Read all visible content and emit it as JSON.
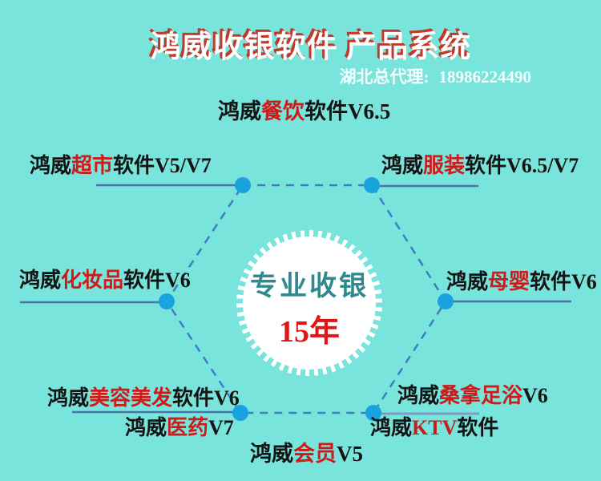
{
  "colors": {
    "background": "#79e4dc",
    "title_fill": "#ffffff",
    "title_shadow_red": "#c0392b",
    "label_black": "#141414",
    "label_highlight_red": "#cf1a1a",
    "vertex_dot_blue": "#18a2de",
    "leader_line_blue": "#4a72ad",
    "dashed_edge_blue": "#3f7dc0",
    "seal_fill": "#ffffff",
    "seal_slogan_teal": "#2e8a8e",
    "seal_years_red": "#e11515",
    "subtitle_white": "#f2fffd"
  },
  "header": {
    "title": "鸿威收银软件 产品系统",
    "agent_label": "湖北总代理:",
    "phone": "18986224490"
  },
  "center": {
    "line1": "专业收银",
    "line2": "15年"
  },
  "products": [
    {
      "id": "canyin",
      "prefix": "鸿威",
      "highlight": "餐饮",
      "suffix": "软件V6.5"
    },
    {
      "id": "chaoshi",
      "prefix": "鸿威",
      "highlight": "超市",
      "suffix": "软件V5/V7"
    },
    {
      "id": "fuzhuang",
      "prefix": "鸿威",
      "highlight": "服装",
      "suffix": "软件V6.5/V7"
    },
    {
      "id": "huazhuangpin",
      "prefix": "鸿威",
      "highlight": "化妆品",
      "suffix": "软件V6"
    },
    {
      "id": "muying",
      "prefix": "鸿威",
      "highlight": "母婴",
      "suffix": "软件V6"
    },
    {
      "id": "meirong",
      "prefix": "鸿威",
      "highlight": "美容美发",
      "suffix": "软件V6"
    },
    {
      "id": "yiyao",
      "prefix": "鸿威",
      "highlight": "医药",
      "suffix": "V7"
    },
    {
      "id": "sangna",
      "prefix": "鸿威",
      "highlight": "桑拿足浴",
      "suffix": "V6"
    },
    {
      "id": "ktv",
      "prefix": "鸿威",
      "highlight": "KTV",
      "suffix": "软件"
    },
    {
      "id": "huiyuan",
      "prefix": "鸿威",
      "highlight": "会员",
      "suffix": "V5"
    }
  ]
}
